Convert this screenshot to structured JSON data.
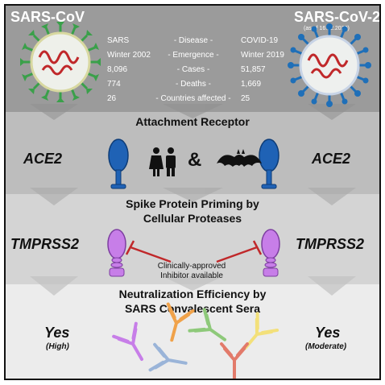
{
  "header": {
    "left_title": "SARS-CoV",
    "right_title": "SARS-CoV-2",
    "asof": "(as of 16.02.2020)"
  },
  "comparison": [
    {
      "left": "SARS",
      "label": "- Disease -",
      "right": "COVID-19"
    },
    {
      "left": "Winter 2002",
      "label": "- Emergence -",
      "right": "Winter 2019"
    },
    {
      "left": "8,096",
      "label": "- Cases -",
      "right": "51,857"
    },
    {
      "left": "774",
      "label": "- Deaths -",
      "right": "1,669"
    },
    {
      "left": "26",
      "label": "- Countries affected -",
      "right": "25"
    }
  ],
  "receptor": {
    "title": "Attachment Receptor",
    "left": "ACE2",
    "right": "ACE2",
    "amp": "&"
  },
  "priming": {
    "title_line1": "Spike Protein Priming by",
    "title_line2": "Cellular Proteases",
    "left": "TMPRSS2",
    "right": "TMPRSS2",
    "note_line1": "Clinically-approved",
    "note_line2": "Inhibitor available"
  },
  "neutralization": {
    "title_line1": "Neutralization Efficiency by",
    "title_line2": "SARS Convalescent Sera",
    "left_answer": "Yes",
    "left_detail": "(High)",
    "right_answer": "Yes",
    "right_detail": "(Moderate)"
  },
  "colors": {
    "sars_cov_spikes": "#3aa04a",
    "sars_cov2_spikes": "#1f6fb8",
    "receptor": "#1f62b5",
    "protease": "#c77ee8",
    "inhibitor": "#c0282a",
    "rna": "#c0282a"
  },
  "icons": [
    "virus-sars-cov-icon",
    "virus-sars-cov-2-icon",
    "ace2-receptor-icon",
    "humans-icon",
    "bat-icon",
    "tmprss2-protease-icon",
    "antibody-icon"
  ]
}
